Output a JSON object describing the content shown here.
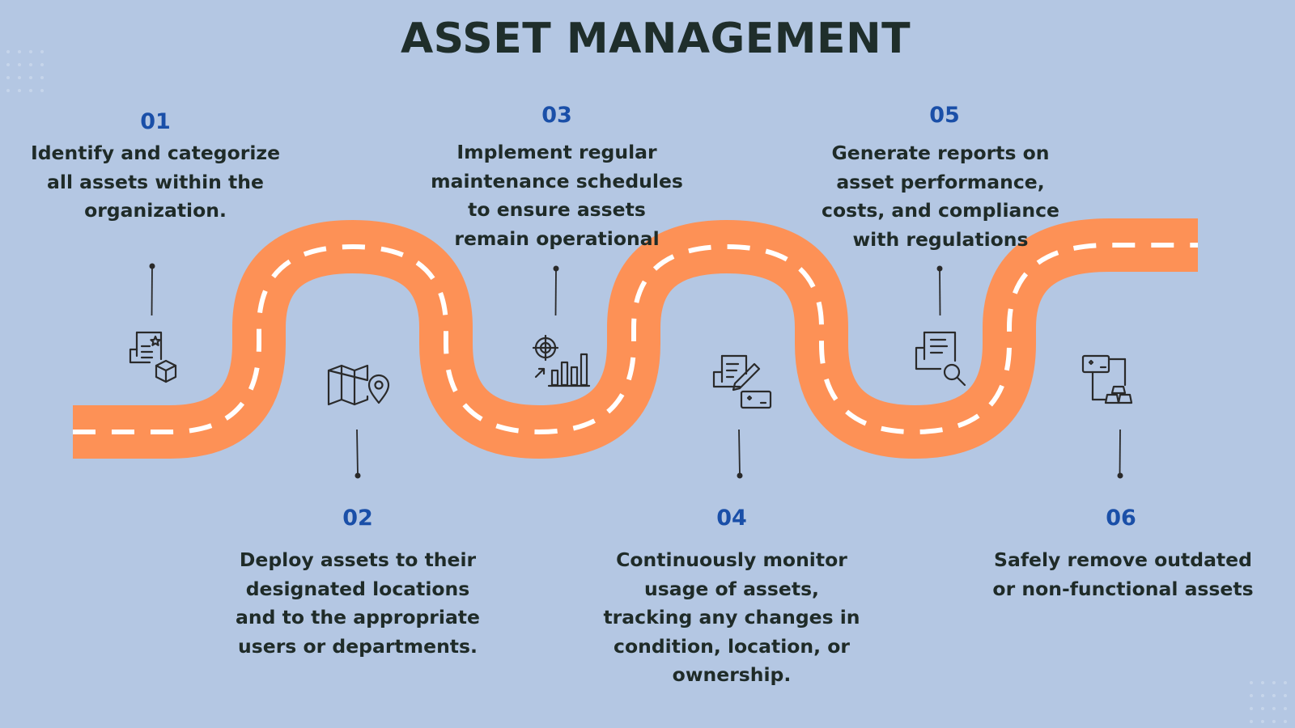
{
  "title": "ASSET MANAGEMENT",
  "colors": {
    "background": "#b4c7e3",
    "road": "#fd9156",
    "lane_marking": "#ffffff",
    "step_number": "#1a4fa8",
    "text": "#1f2b28"
  },
  "steps": [
    {
      "number": "01",
      "text": "Identify and categorize all assets within the organization.",
      "icon": "catalog-box-icon"
    },
    {
      "number": "02",
      "text": "Deploy assets to their designated locations and to the appropriate users or departments.",
      "icon": "map-location-icon"
    },
    {
      "number": "03",
      "text": "Implement regular maintenance schedules to ensure assets remain operational",
      "icon": "target-chart-icon"
    },
    {
      "number": "04",
      "text": "Continuously monitor usage of assets, tracking any changes in condition, location, or ownership.",
      "icon": "document-edit-icon"
    },
    {
      "number": "05",
      "text": "Generate reports on asset performance, costs, and compliance with regulations",
      "icon": "report-search-icon"
    },
    {
      "number": "06",
      "text": "Safely remove outdated or non-functional assets",
      "icon": "asset-flow-icon"
    }
  ]
}
